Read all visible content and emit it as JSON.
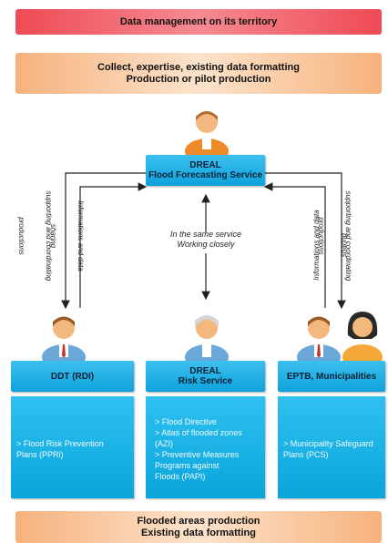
{
  "top_band": "Data management on its territory",
  "collect_band": [
    "Collect, expertise, existing data formatting",
    "Production or pilot production"
  ],
  "center_service": {
    "title": "DREAL",
    "subtitle": "Flood Forecasting Service"
  },
  "center_note": [
    "In the same service",
    "Working closely"
  ],
  "arrow_labels": {
    "left_outer": [
      "supporting and coordinating",
      "productions"
    ],
    "left_inner": [
      "Informations and data",
      "sharing"
    ],
    "right_inner": [
      "Informations and data",
      "sharing"
    ],
    "right_outer": [
      "supporting and coordinating",
      "productions"
    ]
  },
  "services": [
    {
      "title": "DDT (RDI)",
      "subtitle": "",
      "desc": [
        "> Flood Risk Prevention",
        "Plans (PPRi)"
      ]
    },
    {
      "title": "DREAL",
      "subtitle": "Risk Service",
      "desc": [
        "> Flood Directive",
        "> Atlas of flooded zones",
        "(AZI)",
        "> Preventive Measures",
        "Programs against",
        "Floods (PAPI)"
      ]
    },
    {
      "title": "EPTB, Municipalities",
      "subtitle": "",
      "desc": [
        "> Municipality Safeguard",
        "Plans (PCS)"
      ]
    }
  ],
  "bottom_band": [
    "Flooded areas production",
    "Existing data formatting"
  ],
  "colors": {
    "red_band": "#ef4a55",
    "orange_band": "#f6b27d",
    "service_blue": "#13a8e0"
  }
}
